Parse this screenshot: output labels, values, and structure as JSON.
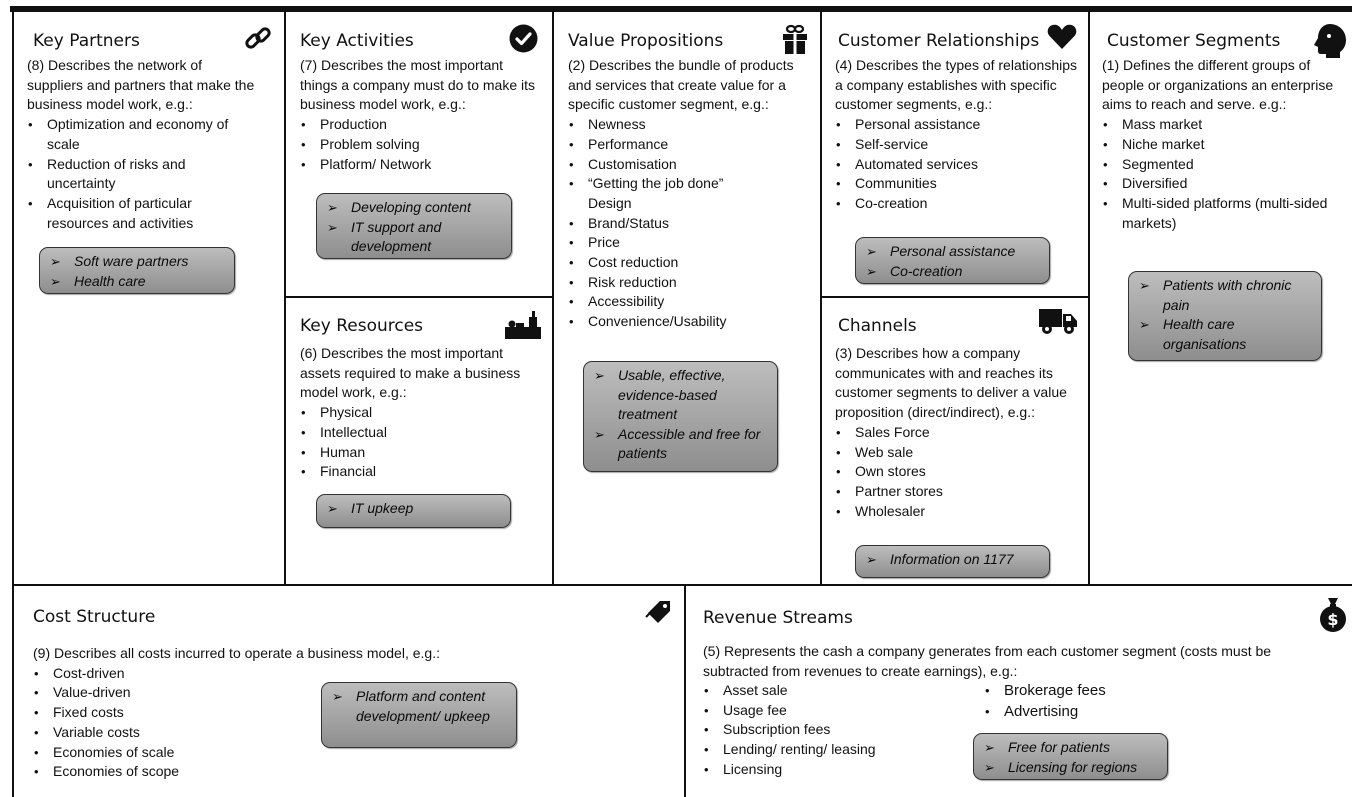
{
  "canvas": {
    "key_partners": {
      "title": "Key Partners",
      "icon": "link-icon",
      "intro": "(8) Describes the network of suppliers and partners that make the business model work, e.g.:",
      "items": [
        "Optimization and economy of scale",
        "Reduction of risks and uncertainty",
        "Acquisition of particular resources and activities"
      ],
      "notes": [
        "Soft ware partners",
        "Health care"
      ]
    },
    "key_activities": {
      "title": "Key Activities",
      "icon": "checkmark-circle-icon",
      "intro": "(7) Describes the most important things a company must do to make its business model work, e.g.:",
      "items": [
        "Production",
        "Problem solving",
        "Platform/ Network"
      ],
      "notes": [
        "Developing content",
        "IT support and development"
      ]
    },
    "key_resources": {
      "title": "Key Resources",
      "icon": "factory-worker-icon",
      "intro": "(6) Describes the most important assets required to make a business model work, e.g.:",
      "items": [
        "Physical",
        "Intellectual",
        "Human",
        "Financial"
      ],
      "notes": [
        "IT upkeep"
      ]
    },
    "value_propositions": {
      "title": "Value Propositions",
      "icon": "gift-icon",
      "intro": "(2) Describes the bundle of products and services that create value for a specific customer segment, e.g.:",
      "items": [
        "Newness",
        "Performance",
        "Customisation",
        "“Getting the job done” Design",
        "Brand/Status",
        "Price",
        "Cost reduction",
        "Risk reduction",
        "Accessibility",
        "Convenience/Usability"
      ],
      "notes": [
        "Usable, effective, evidence-based treatment",
        "Accessible and free for patients"
      ]
    },
    "customer_relationships": {
      "title": "Customer Relationships",
      "icon": "heart-icon",
      "intro": "(4) Describes the types of relationships a company establishes with specific customer segments, e.g.:",
      "items": [
        "Personal assistance",
        "Self-service",
        "Automated services",
        "Communities",
        "Co-creation"
      ],
      "notes": [
        "Personal assistance",
        "Co-creation"
      ]
    },
    "channels": {
      "title": "Channels",
      "icon": "truck-icon",
      "intro": "(3) Describes how a company communicates with and reaches its customer segments to deliver a value proposition (direct/indirect), e.g.:",
      "items": [
        "Sales Force",
        "Web sale",
        "Own stores",
        "Partner stores",
        "Wholesaler"
      ],
      "notes": [
        "Information on 1177"
      ]
    },
    "customer_segments": {
      "title": "Customer Segments",
      "icon": "person-head-icon",
      "intro": "(1) Defines the different groups of people or organizations an enterprise aims to reach and serve. e.g.:",
      "items": [
        "Mass market",
        "Niche market",
        "Segmented",
        "Diversified",
        "Multi-sided platforms (multi-sided markets)"
      ],
      "notes": [
        "Patients with chronic pain",
        "Health care organisations"
      ]
    },
    "cost_structure": {
      "title": "Cost Structure",
      "icon": "price-tag-icon",
      "intro": "(9) Describes all costs incurred to operate a business model, e.g.:",
      "items": [
        "Cost-driven",
        "Value-driven",
        "Fixed costs",
        "Variable costs",
        "Economies of scale",
        "Economies of scope"
      ],
      "notes": [
        "Platform and content development/ upkeep"
      ]
    },
    "revenue_streams": {
      "title": "Revenue Streams",
      "icon": "money-bag-icon",
      "intro": "(5) Represents the cash a company generates from each customer segment (costs must be subtracted from revenues to create earnings), e.g.:",
      "items_left": [
        "Asset sale",
        "Usage fee",
        "Subscription fees",
        "Lending/ renting/ leasing",
        "Licensing"
      ],
      "items_right": [
        "Brokerage fees",
        "Advertising"
      ],
      "notes": [
        "Free for patients",
        "Licensing for regions"
      ]
    }
  }
}
